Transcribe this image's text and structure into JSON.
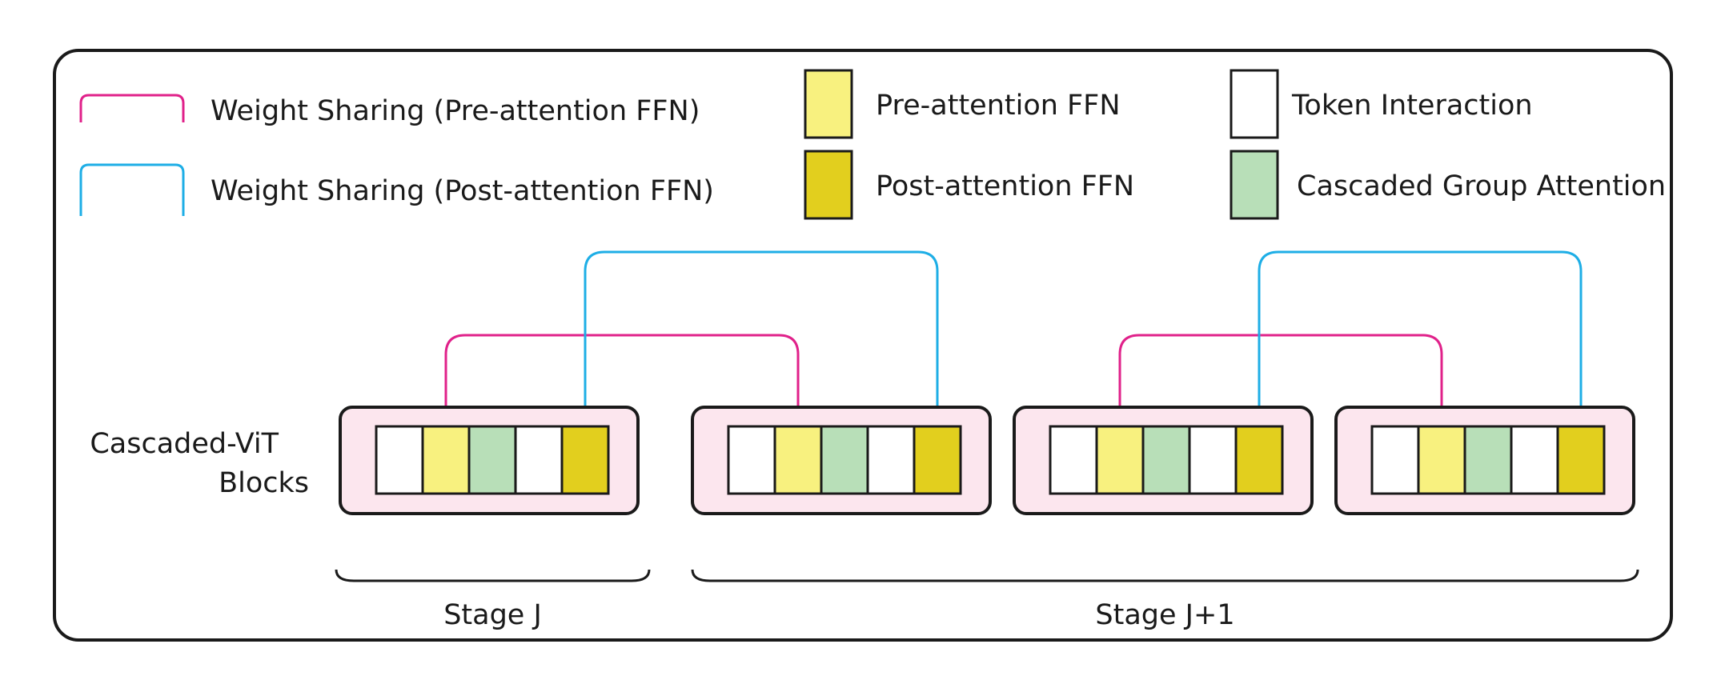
{
  "colors": {
    "pre_ffn": "#f8f17f",
    "post_ffn": "#e2cf1e",
    "token_interaction": "#ffffff",
    "cascaded_attention": "#b8dfb8",
    "block_bg": "#fce6ee",
    "pre_link": "#e0218a",
    "post_link": "#1eaee6",
    "outline": "#1a1a1a"
  },
  "legend": {
    "pre_share": "Weight Sharing (Pre-attention FFN)",
    "post_share": "Weight Sharing (Post-attention FFN)",
    "pre_ffn": "Pre-attention FFN",
    "post_ffn": "Post-attention FFN",
    "token_interaction": "Token Interaction",
    "cascaded_attention": "Cascaded Group Attention"
  },
  "row_label": {
    "line1": "Cascaded-ViT",
    "line2": "Blocks"
  },
  "block_pattern": [
    "token_interaction",
    "pre_ffn",
    "cascaded_attention",
    "token_interaction",
    "post_ffn"
  ],
  "stages": [
    {
      "label": "Stage J",
      "block_count": 1
    },
    {
      "label": "Stage J+1",
      "block_count": 3
    }
  ],
  "sharing_links": [
    {
      "kind": "pre",
      "from_block": 1,
      "to_block": 2
    },
    {
      "kind": "post",
      "from_block": 1,
      "to_block": 2
    },
    {
      "kind": "pre",
      "from_block": 3,
      "to_block": 4
    },
    {
      "kind": "post",
      "from_block": 3,
      "to_block": 4
    }
  ]
}
